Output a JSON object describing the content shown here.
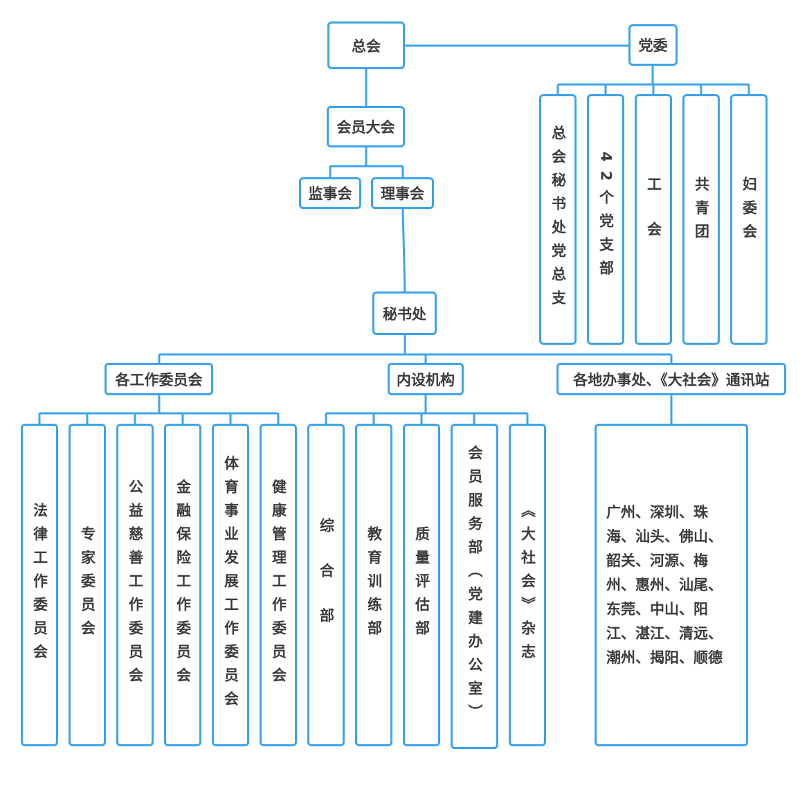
{
  "colors": {
    "line": "#3da3ec",
    "text": "#3b3b3b",
    "background": "#ffffff"
  },
  "nodes": {
    "zonghui": "总会",
    "dangwei": "党委",
    "huiyuan_dahui": "会员大会",
    "jianshihui": "监事会",
    "lishihui": "理事会",
    "mishuchu": "秘书处",
    "party_sub": [
      "总会秘书处党总支",
      "42个党支部",
      "工会",
      "共青团",
      "妇委会"
    ],
    "gezuo": "各工作委员会",
    "neishe": "内设机构",
    "gedi": "各地办事处、《大社会》通讯站",
    "committees": [
      "法律工作委员会",
      "专家委员会",
      "公益慈善工作委员会",
      "金融保险工作委员会",
      "体育事业发展工作委员会",
      "健康管理工作委员会"
    ],
    "departments": [
      "综合部",
      "教育训练部",
      "质量评估部",
      "会员服务部（党建办公室）",
      "《大社会》杂志"
    ],
    "regions": "广州、深圳、珠海、汕头、佛山、韶关、河源、梅州、惠州、汕尾、东莞、中山、阳江、湛江、清远、潮州、揭阳、顺德"
  }
}
